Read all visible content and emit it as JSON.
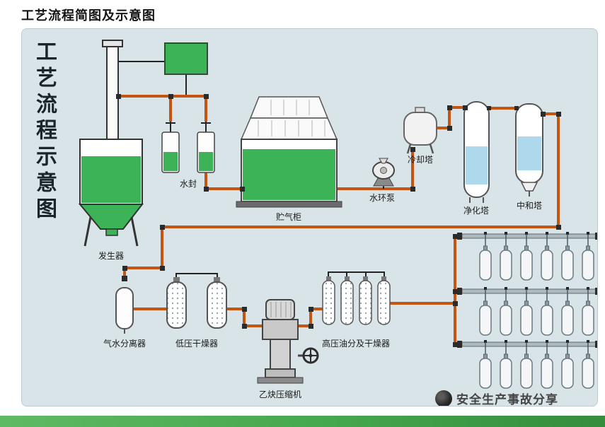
{
  "page": {
    "title": "工艺流程简图及示意图"
  },
  "diagram": {
    "vertical_title": "工艺流程示意图",
    "labels": {
      "generator": "发生器",
      "water_seal": "水封",
      "gas_holder": "贮气柜",
      "cooling_tower": "冷却塔",
      "water_ring_pump": "水环泵",
      "purification_tower": "净化塔",
      "neutralization_tower": "中和塔",
      "gas_water_separator": "气水分离器",
      "low_pressure_dryer": "低压干燥器",
      "acetylene_compressor": "乙炔压缩机",
      "high_pressure_dryer": "高压油分及干燥器"
    },
    "watermark": "安全生产事故分享",
    "colors": {
      "panel_background": "#d9e4e8",
      "pipe_orange": "#c4540f",
      "liquid_green": "#3cb357",
      "liquid_blue": "#aed9ec",
      "bottom_bar_green": "#45a74e"
    }
  }
}
